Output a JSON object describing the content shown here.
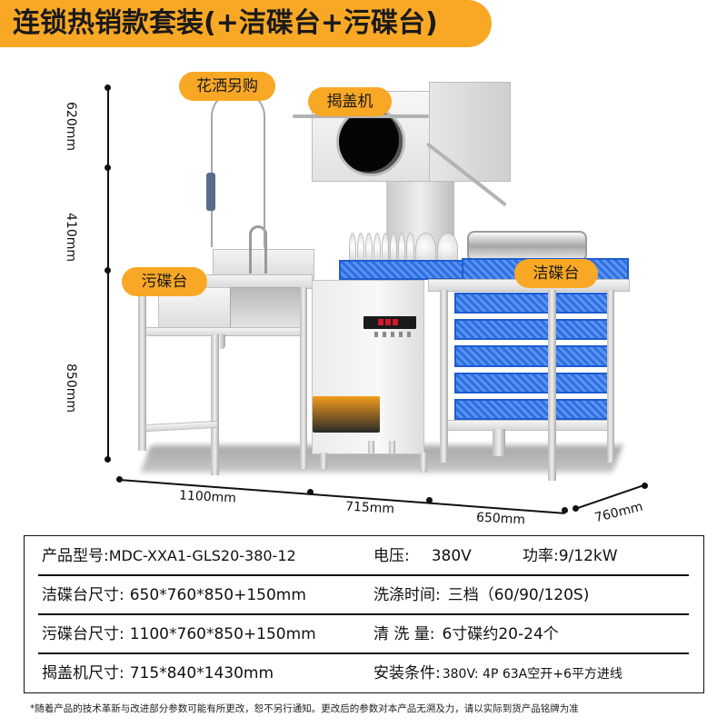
{
  "banner": {
    "title": "连锁热销款套装(+洁碟台+污碟台)"
  },
  "tags": {
    "shower": "花洒另购",
    "hood_machine": "揭盖机",
    "dirty_table": "污碟台",
    "clean_table": "洁碟台"
  },
  "dimensions": {
    "vertical": [
      "620mm",
      "410mm",
      "850mm"
    ],
    "horizontal": [
      "1100mm",
      "715mm",
      "650mm"
    ],
    "depth": "760mm"
  },
  "colors": {
    "accent": "#f9a826",
    "rack_blue": "#2f6fe0",
    "text": "#111111"
  },
  "specs": {
    "rows": [
      {
        "left_label": "产品型号:",
        "left_value": "MDC-XXA1-GLS20-380-12",
        "mid_label": "电压:",
        "mid_value": "380V",
        "right_label": "功率:",
        "right_value": "9/12kW"
      },
      {
        "left_label": "洁碟台尺寸:",
        "left_value": "650*760*850+150mm",
        "mid_label": "洗涤时间:",
        "mid_value": "三档（60/90/120S)"
      },
      {
        "left_label": "污碟台尺寸:",
        "left_value": "1100*760*850+150mm",
        "mid_label": "清 洗 量:",
        "mid_value": "6寸碟约20-24个"
      },
      {
        "left_label": "揭盖机尺寸:",
        "left_value": "715*840*1430mm",
        "mid_label": "安装条件:",
        "mid_value": "380V:  4P 63A空开+6平方进线"
      }
    ]
  },
  "footnote": "*随着产品的技术革新与改进部分参数可能有所更改，恕不另行通知。更改后的参数对本产品无溯及力，请以实际到货产品铭牌为准"
}
